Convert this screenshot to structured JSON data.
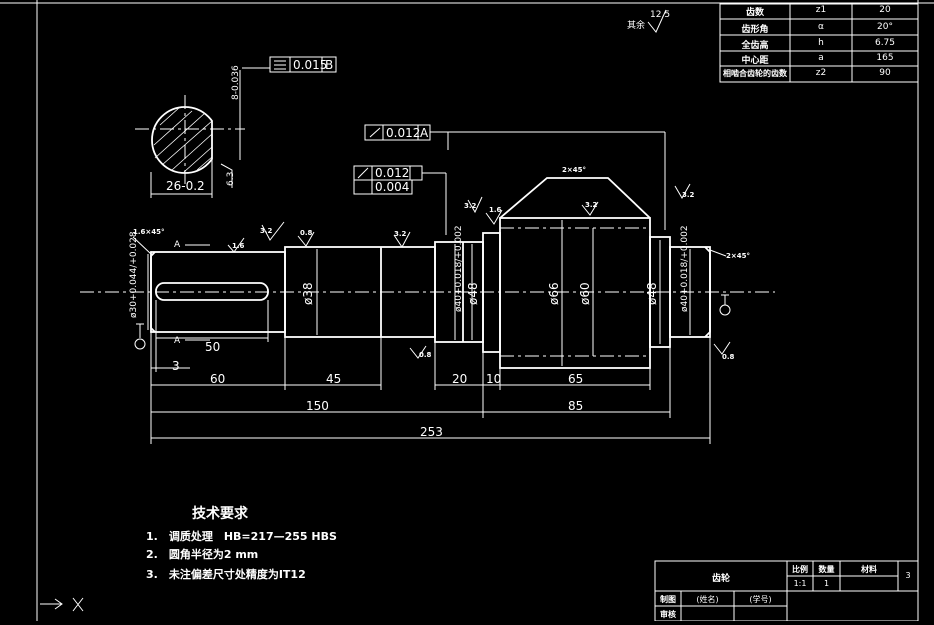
{
  "roughness_rest": {
    "value": "12.5",
    "label": "其余"
  },
  "gear_params": [
    {
      "name": "齿数",
      "symbol": "z1",
      "value": "20"
    },
    {
      "name": "齿形角",
      "symbol": "α",
      "value": "20°"
    },
    {
      "name": "全齿高",
      "symbol": "h",
      "value": "6.75"
    },
    {
      "name": "中心距",
      "symbol": "a",
      "value": "165"
    },
    {
      "name": "相啮合齿轮的齿数",
      "symbol": "z2",
      "value": "90"
    }
  ],
  "section_view": {
    "flatness": "0.015",
    "flatness_datum": "B",
    "depth_tol": "8-0.036",
    "width_dim": "26-0.2",
    "roughness": "6.3"
  },
  "tolerances": {
    "runout_top": "0.012",
    "runout_top_datum": "A",
    "runout_mid": "0.012",
    "cyl_mid": "0.004"
  },
  "roughness_marks": [
    "1.6",
    "3.2",
    "0.8",
    "3.2",
    "3.2",
    "1.6",
    "3.2",
    "3.2",
    "0.8",
    "0.8"
  ],
  "chamfers": {
    "left": "1.6×45°",
    "gear": "2×45°",
    "right": "2×45°"
  },
  "section_label": "A",
  "diameters": {
    "d30": "ø30+0.044/+0.028",
    "d38": "ø38",
    "d40a": "ø40+0.018/+0.002",
    "d48a": "ø48",
    "d66": "ø66",
    "d60": "ø60",
    "d48b": "ø48",
    "d40b": "ø40+0.018/+0.002"
  },
  "lengths": {
    "keyway": "50",
    "key_offset": "3",
    "seg60": "60",
    "seg45": "45",
    "seg20": "20",
    "seg10": "10",
    "seg65": "65",
    "total150": "150",
    "total85": "85",
    "total253": "253"
  },
  "tech_req": {
    "title": "技术要求",
    "items": [
      "1.　调质处理　HB=217—255 HBS",
      "2.　圆角半径为2 mm",
      "3.　未注偏差尺寸处精度为IT12"
    ]
  },
  "title_block": {
    "part_name": "齿轮",
    "scale_label": "比例",
    "qty_label": "数量",
    "material_label": "材料",
    "scale": "1:1",
    "qty": "1",
    "sheet": "3",
    "drawn": "制图",
    "drawn_name": "(姓名)",
    "drawn_date": "(学号)",
    "check": "审核"
  }
}
